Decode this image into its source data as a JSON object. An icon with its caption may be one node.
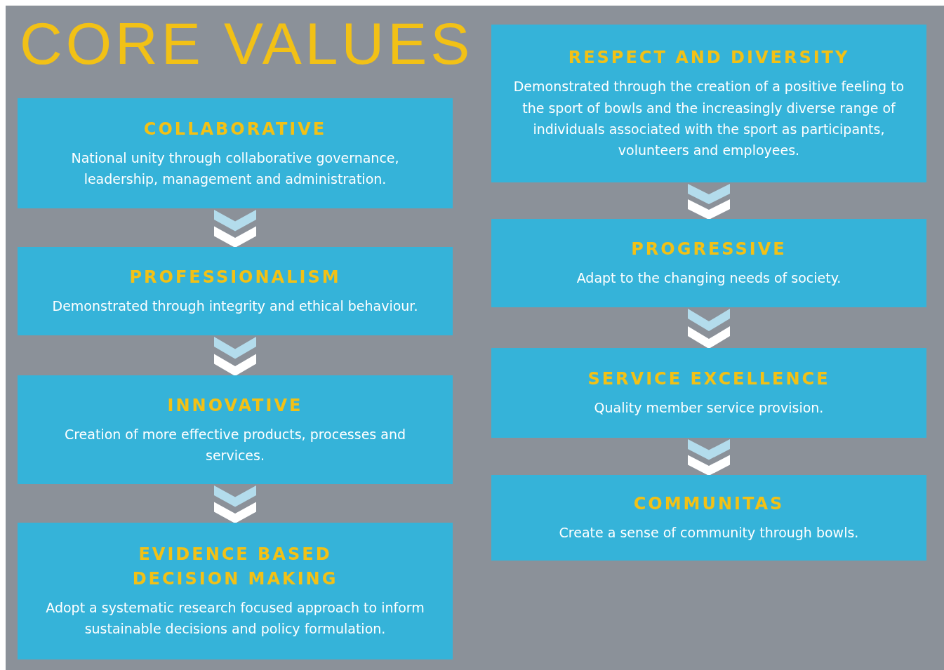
{
  "diagram": {
    "title": "CORE VALUES",
    "nodes": [
      {
        "text": [
          "COLLABORATIVE",
          "National unity through collaborative governance, leadership, management and administration."
        ]
      },
      {
        "text": [
          "PROFESSIONALISM",
          "Demonstrated through integrity and ethical behaviour."
        ]
      },
      {
        "text": [
          "INNOVATIVE",
          "Creation of more effective products, processes and services."
        ]
      },
      {
        "text": [
          "EVIDENCE BASED DECISION MAKING",
          "Adopt a systematic research focused approach to inform sustainable decisions and policy formulation."
        ]
      },
      {
        "text": [
          "RESPECT AND DIVERSITY",
          "Demonstrated through the creation of a positive feeling to the sport of bowls and the increasingly diverse range of individuals associated with the sport as participants, volunteers and employees."
        ]
      },
      {
        "text": [
          "PROGRESSIVE",
          "Adapt to the changing needs of society."
        ]
      },
      {
        "text": [
          "SERVICE EXCELLENCE",
          "Quality member service provision."
        ]
      },
      {
        "text": [
          "COMMUNITAS",
          "Create a sense of community through bowls."
        ]
      }
    ],
    "edges": [
      {
        "from": 0,
        "to": 1,
        "arrow": "to"
      },
      {
        "from": 1,
        "to": 2,
        "arrow": "to"
      },
      {
        "from": 2,
        "to": 3,
        "arrow": "to"
      },
      {
        "from": 4,
        "to": 5,
        "arrow": "to"
      },
      {
        "from": 5,
        "to": 6,
        "arrow": "to"
      },
      {
        "from": 6,
        "to": 7,
        "arrow": "to"
      }
    ]
  }
}
